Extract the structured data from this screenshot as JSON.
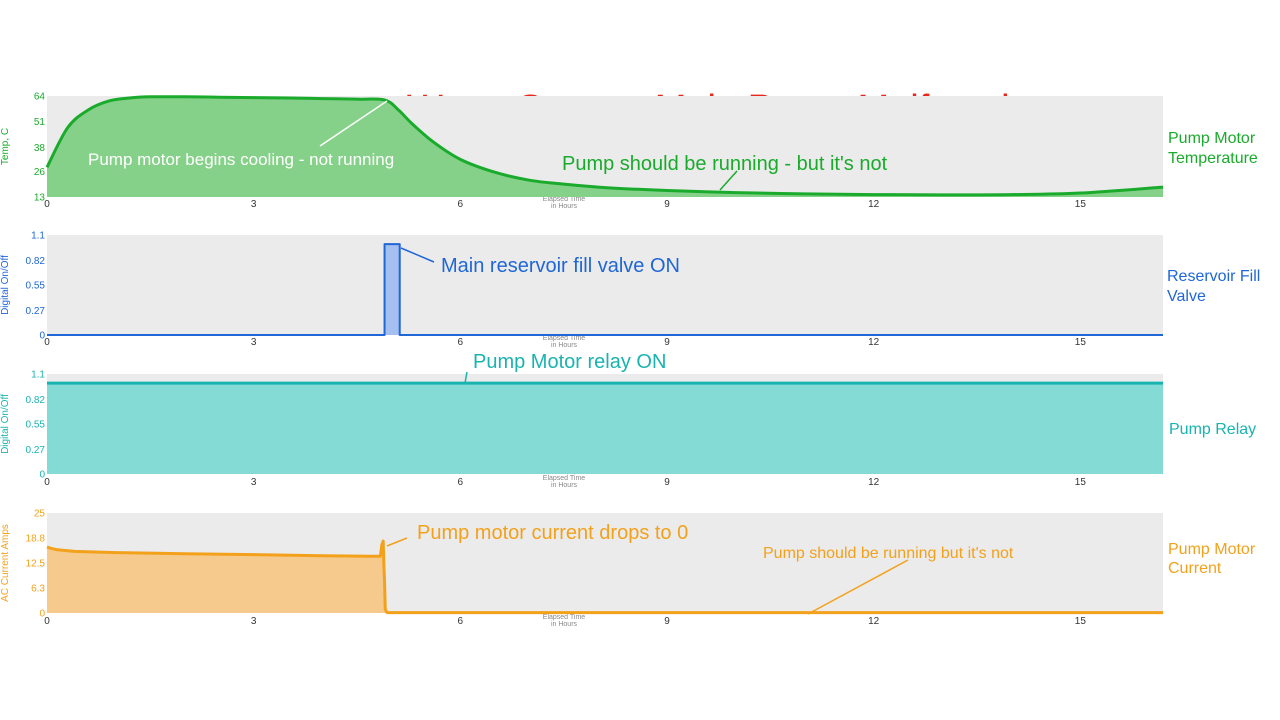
{
  "page": {
    "title": "Water System Main Pump Malfunction"
  },
  "chart_data": [
    {
      "type": "area",
      "id": "temp",
      "color": "#1aab2c",
      "fill": "#86d189",
      "ylabel": "Temp, C",
      "xlabel": "Elapsed Time in Hours",
      "xlabel_lines": [
        "Elapsed Time",
        "in Hours"
      ],
      "side_label": [
        "Pump Motor",
        "Temperature"
      ],
      "xlim": [
        0,
        16.2
      ],
      "ylim": [
        13,
        64
      ],
      "yticks": [
        "13",
        "26",
        "38",
        "51",
        "64"
      ],
      "ytick_values": [
        13,
        26,
        38,
        51,
        64
      ],
      "xticks": [
        "0",
        "3",
        "6",
        "9",
        "12",
        "15"
      ],
      "xtick_values": [
        0,
        3,
        6,
        9,
        12,
        15
      ],
      "grid": false,
      "series": [
        {
          "x": [
            0,
            0.3,
            0.6,
            0.9,
            1.2,
            1.5,
            2,
            2.5,
            3,
            3.5,
            4,
            4.5,
            4.9,
            5.1,
            5.3,
            5.6,
            6,
            6.5,
            7,
            7.5,
            8,
            8.5,
            9,
            9.5,
            10,
            11,
            12,
            13,
            14,
            15,
            16.2
          ],
          "y": [
            28,
            48,
            57,
            61.5,
            63,
            63.6,
            63.6,
            63.4,
            63.2,
            63,
            62.7,
            62.4,
            62,
            57,
            50,
            41,
            32,
            25.5,
            21.5,
            19.5,
            18,
            17,
            16.3,
            15.7,
            15.2,
            14.6,
            14.2,
            14.1,
            14.2,
            15,
            18
          ]
        }
      ],
      "annotations": [
        {
          "text": "Pump motor begins cooling - not running",
          "color": "#ffffff",
          "size": 17
        },
        {
          "text": "Pump should be running - but it's not",
          "color": "#1aab2c",
          "size": 20
        }
      ]
    },
    {
      "type": "area",
      "id": "valve",
      "color": "#1f66d6",
      "fill": "#a4bff0",
      "ylabel": "Digital On/Off",
      "xlabel": "Elapsed Time in Hours",
      "xlabel_lines": [
        "Elapsed Time",
        "in Hours"
      ],
      "side_label": [
        "Reservoir Fill",
        "Valve"
      ],
      "xlim": [
        0,
        16.2
      ],
      "ylim": [
        0,
        1.1
      ],
      "yticks": [
        "0",
        "0.27",
        "0.55",
        "0.82",
        "1.1"
      ],
      "ytick_values": [
        0,
        0.27,
        0.55,
        0.82,
        1.1
      ],
      "xticks": [
        "0",
        "3",
        "6",
        "9",
        "12",
        "15"
      ],
      "xtick_values": [
        0,
        3,
        6,
        9,
        12,
        15
      ],
      "grid": false,
      "series": [
        {
          "x": [
            0,
            4.9,
            4.9,
            5.12,
            5.12,
            16.2
          ],
          "y": [
            0,
            0,
            1,
            1,
            0,
            0
          ]
        }
      ],
      "annotations": [
        {
          "text": "Main reservoir fill valve ON",
          "color": "#1f66d6",
          "size": 20
        }
      ]
    },
    {
      "type": "area",
      "id": "relay",
      "color": "#19b3b0",
      "fill": "#84dbd6",
      "ylabel": "Digital On/Off",
      "xlabel": "Elapsed Time in Hours",
      "xlabel_lines": [
        "Elapsed Time",
        "in Hours"
      ],
      "side_label": [
        "Pump Relay"
      ],
      "xlim": [
        0,
        16.2
      ],
      "ylim": [
        0,
        1.1
      ],
      "yticks": [
        "0",
        "0.27",
        "0.55",
        "0.82",
        "1.1"
      ],
      "ytick_values": [
        0,
        0.27,
        0.55,
        0.82,
        1.1
      ],
      "xticks": [
        "0",
        "3",
        "6",
        "9",
        "12",
        "15"
      ],
      "xtick_values": [
        0,
        3,
        6,
        9,
        12,
        15
      ],
      "grid": false,
      "series": [
        {
          "x": [
            0,
            16.2
          ],
          "y": [
            1,
            1
          ]
        }
      ],
      "annotations": [
        {
          "text": "Pump Motor relay ON",
          "color": "#19b3b0",
          "size": 20
        }
      ]
    },
    {
      "type": "area",
      "id": "current",
      "color": "#f3a11b",
      "fill": "#f6c98c",
      "ylabel": "AC Current Amps",
      "xlabel": "Elapsed Time in Hours",
      "xlabel_lines": [
        "Elapsed Time",
        "in Hours"
      ],
      "side_label": [
        "Pump Motor",
        "Current"
      ],
      "xlim": [
        0,
        16.2
      ],
      "ylim": [
        0,
        25
      ],
      "yticks": [
        "0",
        "6.3",
        "12.5",
        "18.8",
        "25"
      ],
      "ytick_values": [
        0,
        6.3,
        12.5,
        18.8,
        25
      ],
      "xticks": [
        "0",
        "3",
        "6",
        "9",
        "12",
        "15"
      ],
      "xtick_values": [
        0,
        3,
        6,
        9,
        12,
        15
      ],
      "grid": false,
      "series": [
        {
          "x": [
            0,
            0.05,
            0.15,
            0.4,
            1,
            2,
            3,
            4,
            4.7,
            4.84,
            4.86,
            4.88,
            4.89,
            4.9,
            4.91,
            4.93,
            4.94,
            16.2
          ],
          "y": [
            16.5,
            16.2,
            15.8,
            15.4,
            15.1,
            14.8,
            14.6,
            14.3,
            14.2,
            14.2,
            17,
            18,
            12,
            8,
            1,
            0.2,
            0.1,
            0.1
          ]
        }
      ],
      "annotations": [
        {
          "text": "Pump motor current drops to 0",
          "color": "#f3a11b",
          "size": 20
        },
        {
          "text": "Pump should be running but it's not",
          "color": "#f3a11b",
          "size": 16
        }
      ]
    }
  ]
}
